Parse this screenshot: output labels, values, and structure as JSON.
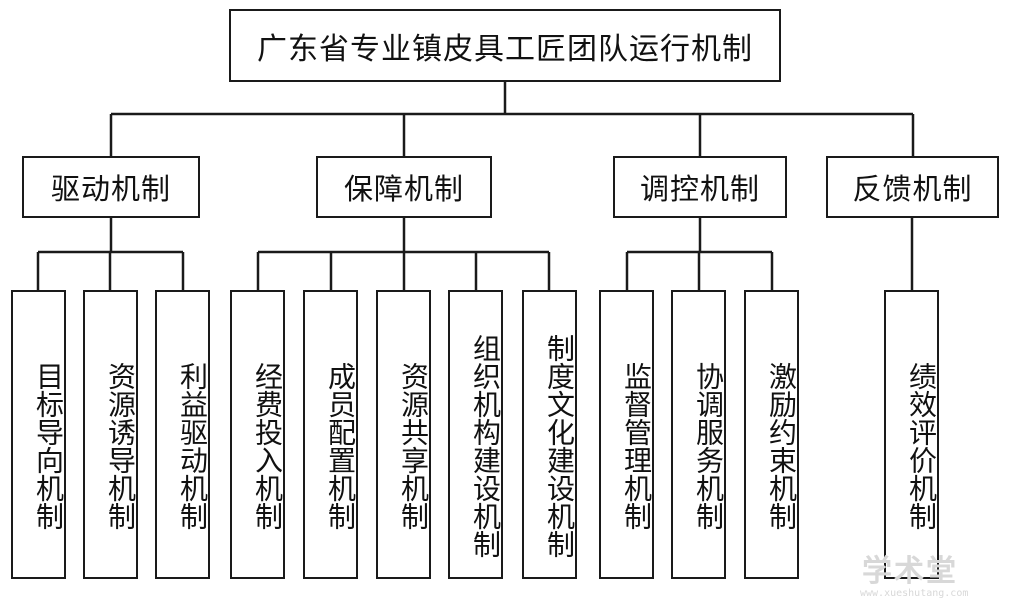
{
  "root": {
    "label": "广东省专业镇皮具工匠团队运行机制"
  },
  "groups": [
    {
      "label": "驱动机制",
      "children": [
        "目标导向机制",
        "资源诱导机制",
        "利益驱动机制"
      ]
    },
    {
      "label": "保障机制",
      "children": [
        "经费投入机制",
        "成员配置机制",
        "资源共享机制",
        "组织机构建设机制",
        "制度文化建设机制"
      ]
    },
    {
      "label": "调控机制",
      "children": [
        "监督管理机制",
        "协调服务机制",
        "激励约束机制"
      ]
    },
    {
      "label": "反馈机制",
      "children": [
        "绩效评价机制"
      ]
    }
  ],
  "watermark": {
    "text": "学术堂",
    "url": "www.xueshutang.com"
  }
}
